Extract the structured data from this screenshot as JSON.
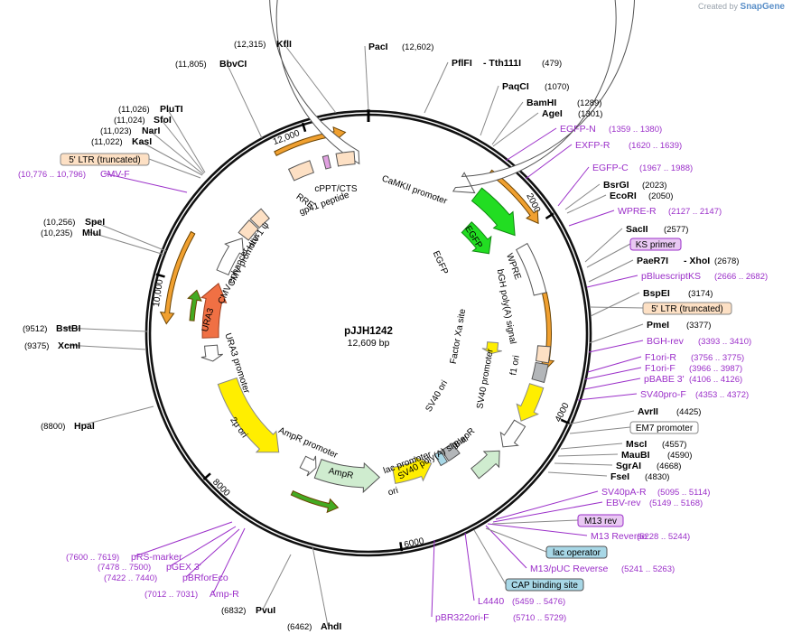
{
  "credit": {
    "prefix": "Created by",
    "brand": "SnapGene"
  },
  "plasmid": {
    "name": "pJJH1242",
    "size_label": "12,609 bp",
    "length": 12609
  },
  "ticks": [
    {
      "label": "2000",
      "bp": 2000
    },
    {
      "label": "4000",
      "bp": 4000
    },
    {
      "label": "6000",
      "bp": 6000
    },
    {
      "label": "8000",
      "bp": 8000
    },
    {
      "label": "10,000",
      "bp": 10000
    },
    {
      "label": "12,000",
      "bp": 12000
    }
  ],
  "enzymes": [
    {
      "name": "PacI",
      "pos": "(12,602)"
    },
    {
      "name": "PflFI",
      "name2": "Tth111I",
      "pos": "(479)"
    },
    {
      "name": "PaqCI",
      "pos": "(1070)"
    },
    {
      "name": "BamHI",
      "pos": "(1289)"
    },
    {
      "name": "AgeI",
      "pos": "(1301)"
    },
    {
      "name": "BsrGI",
      "pos": "(2023)"
    },
    {
      "name": "EcoRI",
      "pos": "(2050)"
    },
    {
      "name": "SacII",
      "pos": "(2577)"
    },
    {
      "name": "PaeR7I",
      "name2": "XhoI",
      "pos": "(2678)"
    },
    {
      "name": "BspEI",
      "pos": "(3174)"
    },
    {
      "name": "PmeI",
      "pos": "(3377)"
    },
    {
      "name": "AvrII",
      "pos": "(4425)"
    },
    {
      "name": "MscI",
      "pos": "(4557)"
    },
    {
      "name": "MauBI",
      "pos": "(4590)"
    },
    {
      "name": "SgrAI",
      "pos": "(4668)"
    },
    {
      "name": "FseI",
      "pos": "(4830)"
    },
    {
      "name": "PvuI",
      "pos": "(6832)"
    },
    {
      "name": "AhdI",
      "pos": "(6462)"
    },
    {
      "name": "HpaI",
      "pos": "(8800)"
    },
    {
      "name": "XcmI",
      "pos": "(9375)"
    },
    {
      "name": "BstBI",
      "pos": "(9512)"
    },
    {
      "name": "MluI",
      "pos": "(10,235)"
    },
    {
      "name": "SpeI",
      "pos": "(10,256)"
    },
    {
      "name": "KasI",
      "pos": "(11,022)"
    },
    {
      "name": "NarI",
      "pos": "(11,023)"
    },
    {
      "name": "SfoI",
      "pos": "(11,024)"
    },
    {
      "name": "PluTI",
      "pos": "(11,026)"
    },
    {
      "name": "BbvCI",
      "pos": "(11,805)"
    },
    {
      "name": "KflI",
      "pos": "(12,315)"
    }
  ],
  "primers": [
    {
      "name": "EGFP-N",
      "pos": "(1359 .. 1380)"
    },
    {
      "name": "EXFP-R",
      "pos": "(1620 .. 1639)"
    },
    {
      "name": "EGFP-C",
      "pos": "(1967 .. 1988)"
    },
    {
      "name": "WPRE-R",
      "pos": "(2127 .. 2147)"
    },
    {
      "name": "pBluescriptKS",
      "pos": "(2666 .. 2682)"
    },
    {
      "name": "BGH-rev",
      "pos": "(3393 .. 3410)"
    },
    {
      "name": "F1ori-R",
      "pos": "(3756 .. 3775)"
    },
    {
      "name": "F1ori-F",
      "pos": "(3966 .. 3987)"
    },
    {
      "name": "pBABE 3'",
      "pos": "(4106 .. 4126)"
    },
    {
      "name": "SV40pro-F",
      "pos": "(4353 .. 4372)"
    },
    {
      "name": "SV40pA-R",
      "pos": "(5095 .. 5114)"
    },
    {
      "name": "EBV-rev",
      "pos": "(5149 .. 5168)"
    },
    {
      "name": "M13 Reverse",
      "pos": "(5228 .. 5244)"
    },
    {
      "name": "M13/pUC Reverse",
      "pos": "(5241 .. 5263)"
    },
    {
      "name": "L4440",
      "pos": "(5459 .. 5476)"
    },
    {
      "name": "pBR322ori-F",
      "pos": "(5710 .. 5729)"
    },
    {
      "name": "Amp-R",
      "pos": "(7012 .. 7031)"
    },
    {
      "name": "pBRforEco",
      "pos": "(7422 .. 7440)"
    },
    {
      "name": "pGEX 3'",
      "pos": "(7478 .. 7500)"
    },
    {
      "name": "pRS-marker",
      "pos": "(7600 .. 7619)"
    },
    {
      "name": "CMV-F",
      "pos": "(10,776 .. 10,796)"
    }
  ],
  "boxed_labels": [
    {
      "name": "KS primer",
      "kind": "primer"
    },
    {
      "name": "5' LTR (truncated)",
      "kind": "misc"
    },
    {
      "name": "EM7 promoter",
      "kind": "promoter"
    },
    {
      "name": "M13 rev",
      "kind": "primer"
    },
    {
      "name": "lac operator",
      "kind": "protein_bind"
    },
    {
      "name": "CAP binding site",
      "kind": "protein_bind"
    },
    {
      "name": "5' LTR (truncated)",
      "kind": "misc"
    }
  ],
  "features": [
    {
      "name": "CaMKII promoter"
    },
    {
      "name": "EGFP"
    },
    {
      "name": "EGFP"
    },
    {
      "name": "WPRE"
    },
    {
      "name": "bGH poly(A) signal"
    },
    {
      "name": "f1 ori"
    },
    {
      "name": "SV40 promoter"
    },
    {
      "name": "BleoR"
    },
    {
      "name": "SV40 poly(A) signal"
    },
    {
      "name": "lac promoter"
    },
    {
      "name": "ori"
    },
    {
      "name": "AmpR"
    },
    {
      "name": "AmpR promoter"
    },
    {
      "name": "2μ ori"
    },
    {
      "name": "URA3 promoter"
    },
    {
      "name": "URA3"
    },
    {
      "name": "CMV enhancer"
    },
    {
      "name": "CMV promoter"
    },
    {
      "name": "HIV-1 ψ"
    },
    {
      "name": "RRE"
    },
    {
      "name": "cPPT/CTS"
    },
    {
      "name": "gp41 peptide"
    },
    {
      "name": "Factor Xa site"
    },
    {
      "name": "SV40 ori"
    }
  ],
  "colors": {
    "primer": "#9b2fc9",
    "orf_outline": "#b8730f",
    "promoter_fill": "#ffffff",
    "egfp": "#22dd22",
    "ori_yellow": "#ffee00",
    "ampr": "#cfeccf",
    "ura3": "#f07044",
    "ltr": "#fde0c4",
    "lacop": "#a7d7e6"
  }
}
